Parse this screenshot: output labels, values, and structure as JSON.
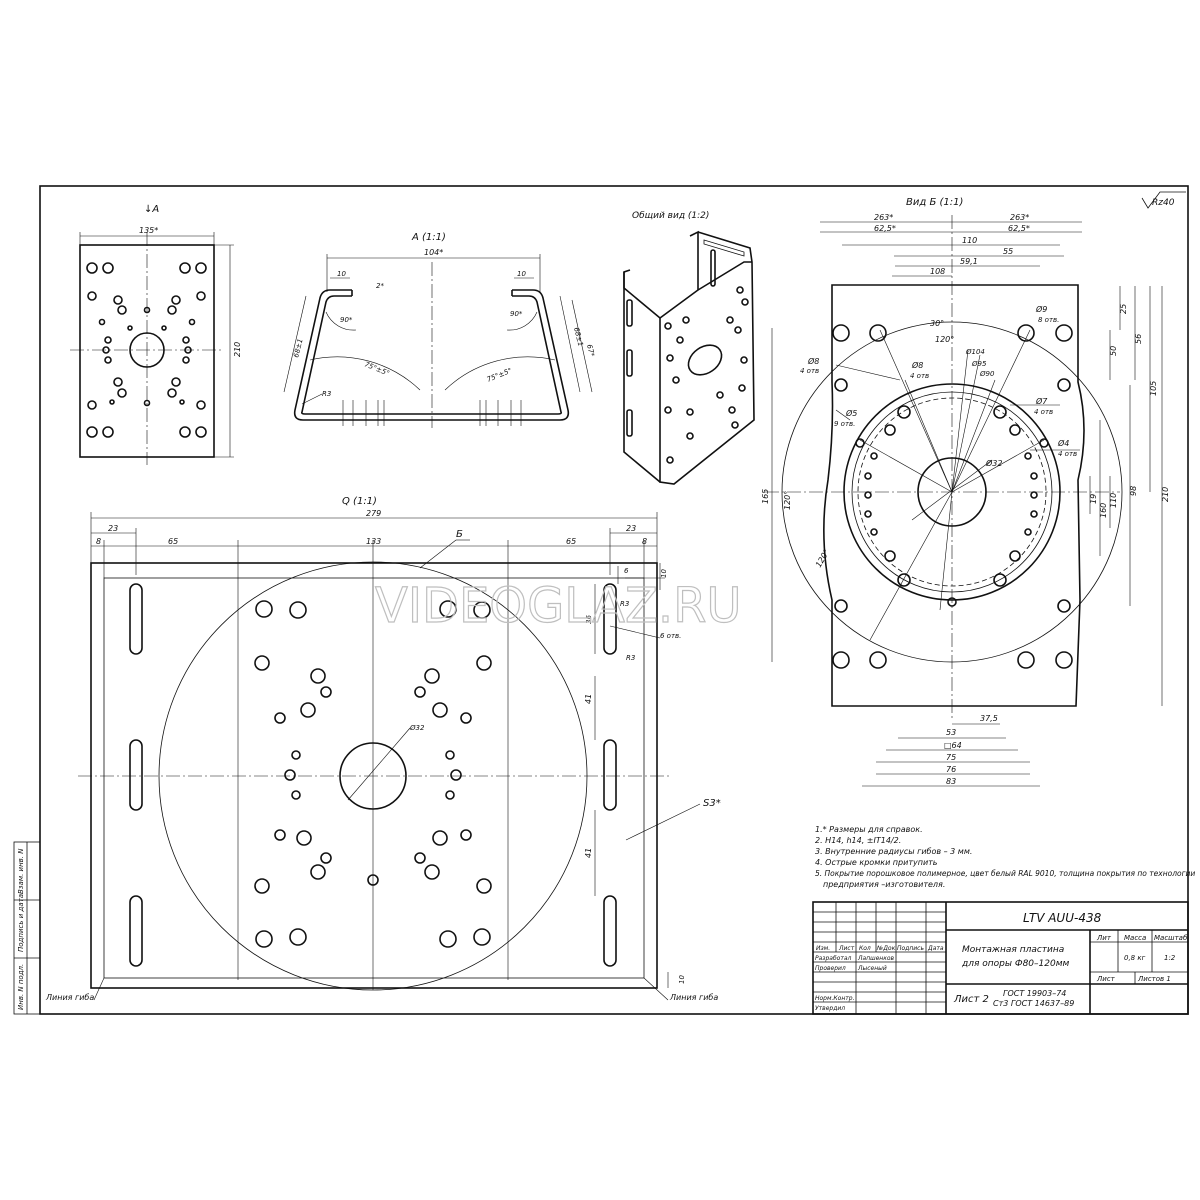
{
  "sheet": {
    "roughness": "Rz40"
  },
  "views": {
    "view_a_arrow": "↓A",
    "view_a_title": "A (1:1)",
    "general_title": "Общий вид (1:2)",
    "view_b_title": "Вид Б (1:1)",
    "view_q_title": "Q (1:1)",
    "section_mark_b": "Б"
  },
  "dims_a_small": {
    "width": "135*",
    "height": "210"
  },
  "dims_a": {
    "top": "104*",
    "flange_l": "10",
    "flange_r": "10",
    "gap": "2*",
    "angle_l": "90*",
    "angle_r": "90*",
    "side_l": "68±1",
    "side_r": "68±1",
    "side_r2": "67*",
    "radius": "R3",
    "arc_l": "75°±5°",
    "arc_r": "75°±5°"
  },
  "dims_q": {
    "overall": "279",
    "left_23": "23",
    "right_23": "23",
    "left_8": "8",
    "right_8": "8",
    "left_65": "65",
    "center_133": "133",
    "right_65": "65",
    "slot_6": "6",
    "slot_10": "10",
    "slot_36": "36",
    "r3a": "R3",
    "r3b": "R3",
    "slots_note": "6 отв.",
    "v41a": "41",
    "v41b": "41",
    "bottom_10": "10",
    "center_hole": "Ø32",
    "thickness": "S3*",
    "bend_line_l": "Линия гиба",
    "bend_line_r": "Линия гиба"
  },
  "dims_b": {
    "top_263l": "263*",
    "top_263r": "263*",
    "top_625l": "62,5*",
    "top_625r": "62,5*",
    "d110": "110",
    "d55": "55",
    "d591": "59,1",
    "d108": "108",
    "angle30": "30°",
    "angle120": "120°",
    "angle120b": "120°",
    "angle120c": "120°",
    "phi9": "Ø9",
    "phi9_n": "8 отв.",
    "phi8a": "Ø8",
    "phi8a_n": "4 отв",
    "phi8b": "Ø8",
    "phi8b_n": "4 отв",
    "phi104": "Ø104",
    "phi95": "Ø95",
    "phi90": "Ø90",
    "phi7": "Ø7",
    "phi7_n": "4 отв",
    "phi5": "Ø5",
    "phi5_n": "9 отв.",
    "phi4": "Ø4",
    "phi4_n": "4 отв",
    "phi32": "Ø32",
    "d165": "165",
    "d25": "25",
    "d50": "50",
    "d56": "56",
    "d105": "105",
    "d98": "98",
    "d210": "210",
    "d110v": "110",
    "d160": "160",
    "d19": "19",
    "b375": "37,5",
    "b53": "53",
    "b64": "□64",
    "b75": "75",
    "b76": "76",
    "b83": "83"
  },
  "notes": [
    "1.* Размеры для справок.",
    "2. H14, h14, ±IT14/2.",
    "3. Внутренние радиусы гибов – 3 мм.",
    "4. Острые кромки притупить",
    "5. Покрытие порошковое полимерное, цвет белый RAL 9010, толщина покрытия по технологии",
    "предприятия –изготовителя."
  ],
  "watermark": "VIDEOGLAZ.RU",
  "title_block": {
    "designation": "LTV AUU-438",
    "name_line1": "Монтажная пластина",
    "name_line2": "для опоры Ф80–120мм",
    "sheet_label": "Лист 2",
    "material1": "ГОСТ 19903–74",
    "material2": "Ст3 ГОСТ 14637–89",
    "col_lit": "Лит",
    "col_mass": "Масса",
    "col_scale": "Масштаб",
    "mass": "0,8 кг",
    "scale": "1:2",
    "sheet_cell": "Лист",
    "sheets_cell": "Листов  1",
    "hdr_izm": "Изм.",
    "hdr_list": "Лист",
    "hdr_kol": "Кол",
    "hdr_ndok": "№Док.",
    "hdr_podp": "Подпись",
    "hdr_data": "Дата",
    "role_razr": "Разработал",
    "name_razr": "Лапшенков",
    "role_prov": "Проверил",
    "name_prov": "Лысеный",
    "role_nkontr": "Норм.Контр.",
    "role_utv": "Утвердил"
  },
  "side_stamp": {
    "c1": "Инв. N подл.",
    "c2": "Подпись и дата",
    "c3": "Взам. инв. N"
  }
}
